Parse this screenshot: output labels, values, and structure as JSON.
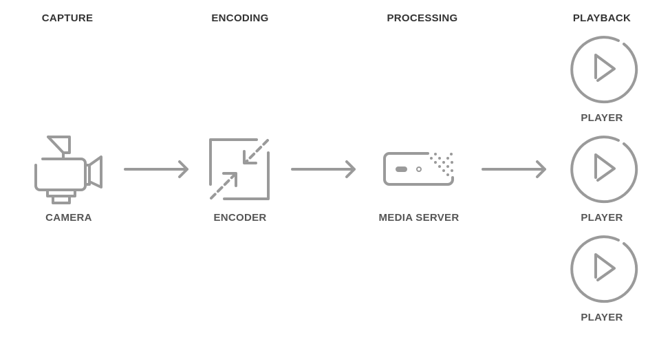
{
  "stages": [
    {
      "header": "CAPTURE",
      "label": "CAMERA",
      "icon": "camera-icon"
    },
    {
      "header": "ENCODING",
      "label": "ENCODER",
      "icon": "encoder-compress-icon"
    },
    {
      "header": "PROCESSING",
      "label": "MEDIA SERVER",
      "icon": "media-server-icon"
    },
    {
      "header": "PLAYBACK",
      "players": [
        "PLAYER",
        "PLAYER",
        "PLAYER"
      ],
      "icon": "play-icon"
    }
  ],
  "colors": {
    "icon": "#9a9a9a",
    "label": "#555555",
    "header": "#333333"
  }
}
